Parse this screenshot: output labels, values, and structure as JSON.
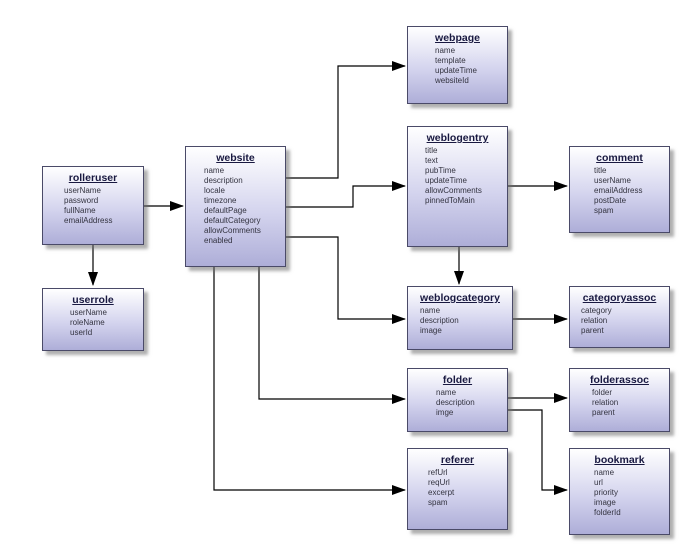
{
  "colors": {
    "line": "#000000",
    "box_border": "#4a4a68",
    "box_fill_top": "#ffffff",
    "box_fill_bottom": "#aeaed8"
  },
  "entities": {
    "webpage": {
      "title": "webpage",
      "fields": [
        "name",
        "template",
        "updateTime",
        "websiteId"
      ]
    },
    "weblogentry": {
      "title": "weblogentry",
      "fields": [
        "title",
        "text",
        "pubTime",
        "updateTime",
        "allowComments",
        "pinnedToMain"
      ]
    },
    "comment": {
      "title": "comment",
      "fields": [
        "title",
        "userName",
        "emailAddress",
        "postDate",
        "spam"
      ]
    },
    "rolleruser": {
      "title": "rolleruser",
      "fields": [
        "userName",
        "password",
        "fullName",
        "emailAddress"
      ]
    },
    "website": {
      "title": "website",
      "fields": [
        "name",
        "description",
        "locale",
        "timezone",
        "defaultPage",
        "defaultCategory",
        "allowComments",
        "enabled"
      ]
    },
    "userrole": {
      "title": "userrole",
      "fields": [
        "userName",
        "roleName",
        "userId"
      ]
    },
    "weblogcategory": {
      "title": "weblogcategory",
      "fields": [
        "name",
        "description",
        "image"
      ]
    },
    "categoryassoc": {
      "title": "categoryassoc",
      "fields": [
        "category",
        "relation",
        "parent"
      ]
    },
    "folder": {
      "title": "folder",
      "fields": [
        "name",
        "description",
        "imge"
      ]
    },
    "folderassoc": {
      "title": "folderassoc",
      "fields": [
        "folder",
        "relation",
        "parent"
      ]
    },
    "referer": {
      "title": "referer",
      "fields": [
        "refUrl",
        "reqUrl",
        "excerpt",
        "spam"
      ]
    },
    "bookmark": {
      "title": "bookmark",
      "fields": [
        "name",
        "url",
        "priority",
        "image",
        "folderId"
      ]
    }
  },
  "relationships": [
    {
      "from": "rolleruser",
      "to": "website"
    },
    {
      "from": "rolleruser",
      "to": "userrole"
    },
    {
      "from": "website",
      "to": "webpage"
    },
    {
      "from": "website",
      "to": "weblogentry"
    },
    {
      "from": "website",
      "to": "weblogcategory"
    },
    {
      "from": "website",
      "to": "folder"
    },
    {
      "from": "website",
      "to": "referer"
    },
    {
      "from": "weblogentry",
      "to": "comment"
    },
    {
      "from": "weblogentry",
      "to": "weblogcategory"
    },
    {
      "from": "weblogcategory",
      "to": "categoryassoc"
    },
    {
      "from": "folder",
      "to": "folderassoc"
    },
    {
      "from": "folder",
      "to": "bookmark"
    }
  ]
}
